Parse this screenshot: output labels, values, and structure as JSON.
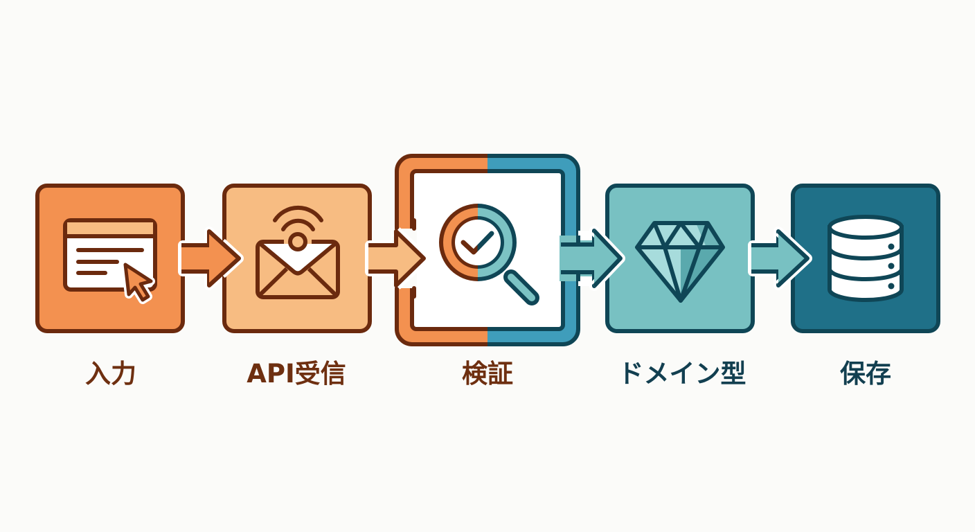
{
  "diagram": {
    "title": "",
    "direction": "left-to-right",
    "colors": {
      "background": "#fbfbf9",
      "warm_outline": "#6b2a0e",
      "cool_outline": "#0f4656",
      "step1_fill": "#f39150",
      "step2_fill": "#f7bc82",
      "step3_fill": "#ffffff",
      "step3_frame_warm": "#f39150",
      "step3_frame_cool": "#3f9dbb",
      "step4_fill": "#78c1c2",
      "step5_fill": "#1f7088",
      "warm_label": "#6e2f10",
      "cool_label": "#123f50"
    },
    "steps": [
      {
        "id": "input",
        "label": "入力",
        "icon": "form-window-cursor-icon",
        "tone": "warm"
      },
      {
        "id": "api",
        "label": "API受信",
        "icon": "envelope-signal-icon",
        "tone": "warm"
      },
      {
        "id": "validate",
        "label": "検証",
        "icon": "magnifier-check-icon",
        "tone": "mixed",
        "highlighted": true
      },
      {
        "id": "domain",
        "label": "ドメイン型",
        "icon": "diamond-icon",
        "tone": "cool"
      },
      {
        "id": "store",
        "label": "保存",
        "icon": "database-icon",
        "tone": "cool"
      }
    ],
    "connectors": [
      {
        "from": "input",
        "to": "api",
        "icon": "arrow-right-icon"
      },
      {
        "from": "api",
        "to": "validate",
        "icon": "arrow-right-icon"
      },
      {
        "from": "validate",
        "to": "domain",
        "icon": "arrow-right-icon"
      },
      {
        "from": "domain",
        "to": "store",
        "icon": "arrow-right-icon"
      }
    ]
  }
}
